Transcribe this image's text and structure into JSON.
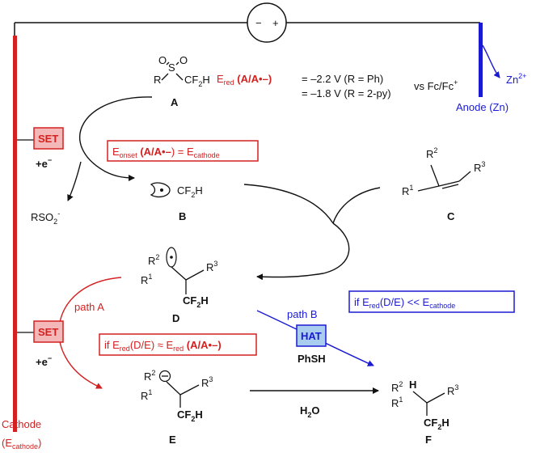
{
  "cell": {
    "minus": "−",
    "plus": "+"
  },
  "colors": {
    "cathode": "#d42020",
    "anode": "#1a1ad4",
    "box_red_fill": "#f4b8b8",
    "box_blue_fill": "#a9cdef",
    "black": "#111111"
  },
  "icons": {
    "battery": "power-source-icon",
    "radical": "radical-dot-icon",
    "carbanion": "minus-circle-icon"
  },
  "cathode": {
    "label": "Cathode",
    "sub_open": "(E",
    "sub": "cathode",
    "sub_close": ")"
  },
  "anode": {
    "label": "Anode (Zn)",
    "product": "Zn",
    "product_sup": "2+"
  },
  "potentials": {
    "ered_E": "E",
    "ered_sub": "red",
    "ered_pair": " (A/A",
    "ered_close": ")",
    "line1": "= –2.2 V (R = Ph)",
    "line2": "= –1.8 V (R = 2-py)",
    "ref": "vs Fc/Fc",
    "ref_sup": "+"
  },
  "onset": {
    "E": "E",
    "sub": "onset",
    "pair": " (A/A",
    "eq": ") = E",
    "eq_sub": "cathode"
  },
  "set_label": "SET",
  "hat_label": "HAT",
  "electron": {
    "text": "+e",
    "sup": "−"
  },
  "byproduct": {
    "text": "RSO",
    "sub": "2",
    "sup": "-"
  },
  "compounds": {
    "A": {
      "label": "A",
      "R": "R",
      "S": "S",
      "O": "O",
      "CF2H": "CF"
    },
    "B": {
      "label": "B",
      "CF2H": "CF"
    },
    "C": {
      "label": "C",
      "R1": "R",
      "R2": "R",
      "R3": "R"
    },
    "D": {
      "label": "D",
      "R1": "R",
      "R2": "R",
      "R3": "R",
      "CF2H": "CF"
    },
    "E": {
      "label": "E",
      "R1": "R",
      "R2": "R",
      "R3": "R",
      "CF2H": "CF"
    },
    "F": {
      "label": "F",
      "R1": "R",
      "R2": "R",
      "R3": "R",
      "H": "H",
      "CF2H": "CF"
    }
  },
  "pathA": {
    "label": "path A",
    "cond_text": "if E",
    "cond_sub": "red",
    "cond_mid": "(D/E) ≈ E",
    "cond_sub2": "red",
    "cond_end": " (A/A",
    "cond_close": ")"
  },
  "pathB": {
    "label": "path B",
    "cond_text": "if E",
    "cond_sub": "red",
    "cond_mid": "(D/E) << E",
    "cond_sub2": "cathode"
  },
  "reagents": {
    "phsh": "PhSH",
    "water": "H",
    "water_sub": "2",
    "water_end": "O"
  }
}
